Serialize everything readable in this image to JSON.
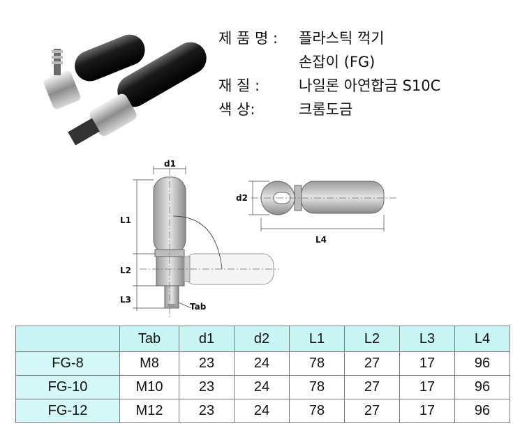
{
  "spec": {
    "name_label": "제 품 명 :",
    "name_value": "플라스틱 꺽기",
    "name_value2": "손잡이 (FG)",
    "material_label": "재     질 :",
    "material_value": "나일론 아연합금 S10C",
    "color_label": "색      상:",
    "color_value": "크롬도금"
  },
  "drawing": {
    "d1": "d1",
    "d2": "d2",
    "L1": "L1",
    "L2": "L2",
    "L3": "L3",
    "L4": "L4",
    "tab": "Tab"
  },
  "table": {
    "headers": [
      "",
      "Tab",
      "d1",
      "d2",
      "L1",
      "L2",
      "L3",
      "L4"
    ],
    "rows": [
      [
        "FG-8",
        "M8",
        "23",
        "24",
        "78",
        "27",
        "17",
        "96"
      ],
      [
        "FG-10",
        "M10",
        "23",
        "24",
        "78",
        "27",
        "17",
        "96"
      ],
      [
        "FG-12",
        "M12",
        "23",
        "24",
        "78",
        "27",
        "17",
        "96"
      ]
    ]
  }
}
